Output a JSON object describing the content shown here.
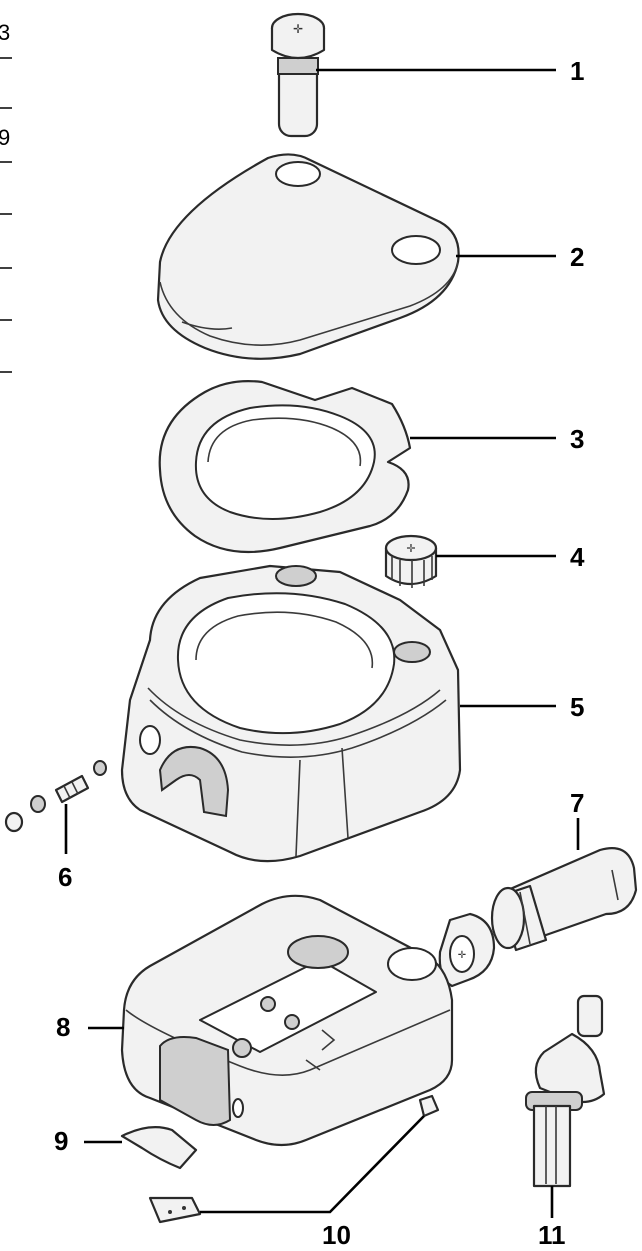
{
  "edge_fragments": [
    "3",
    "9"
  ],
  "callouts": [
    "1",
    "2",
    "3",
    "4",
    "5",
    "6",
    "7",
    "8",
    "9",
    "10",
    "11"
  ]
}
